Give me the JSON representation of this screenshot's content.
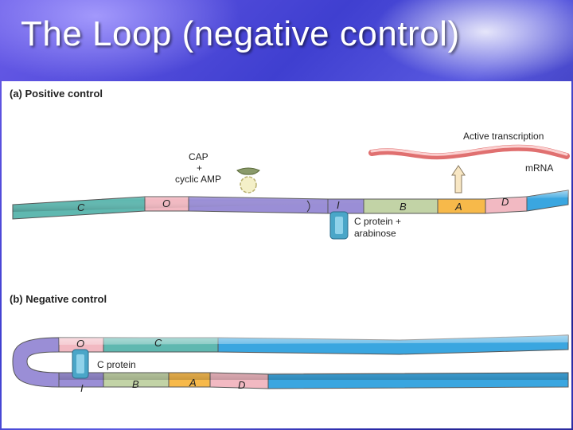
{
  "slide": {
    "title": "The Loop (negative control)"
  },
  "diagram": {
    "positive": {
      "heading": "(a) Positive control",
      "cap_label_1": "CAP",
      "cap_label_2": "+",
      "cap_label_3": "cyclic AMP",
      "active_transcription": "Active transcription",
      "mrna": "mRNA",
      "c_protein_1": "C protein +",
      "c_protein_2": "arabinose",
      "genes": {
        "C": "C",
        "O": "O",
        "I": "I",
        "B": "B",
        "A": "A",
        "D": "D"
      }
    },
    "negative": {
      "heading": "(b) Negative control",
      "c_protein": "C protein",
      "genes": {
        "O": "O",
        "C": "C",
        "I": "I",
        "B": "B",
        "A": "A",
        "D": "D"
      }
    },
    "colors": {
      "teal": "#5fb8b0",
      "pink": "#f2b9c2",
      "purple": "#9a8ed6",
      "sage": "#c2d3a6",
      "orange": "#f7b94a",
      "blue": "#3aa6e0",
      "mrna": "#f08a8a"
    }
  }
}
